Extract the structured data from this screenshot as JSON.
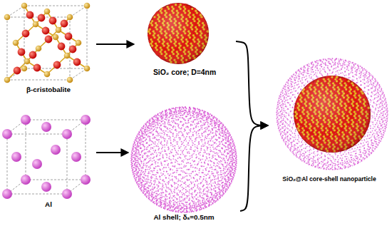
{
  "diagram": {
    "nodes": [
      {
        "text": [
          "β-cristobalite"
        ]
      },
      {
        "text": [
          "SiO₂ core; D=4nm"
        ]
      },
      {
        "text": [
          "Al"
        ]
      },
      {
        "text": [
          "Al shell; δₛ=0.5nm"
        ]
      },
      {
        "text": [
          "SiO₂@Al core-shell nanoparticle"
        ]
      }
    ],
    "edges": [
      {
        "from": 0,
        "to": 1,
        "arrow": "to"
      },
      {
        "from": 2,
        "to": 3,
        "arrow": "to"
      },
      {
        "from": 1,
        "to": 4,
        "arrow": "to"
      },
      {
        "from": 3,
        "to": 4,
        "arrow": "to"
      }
    ]
  }
}
